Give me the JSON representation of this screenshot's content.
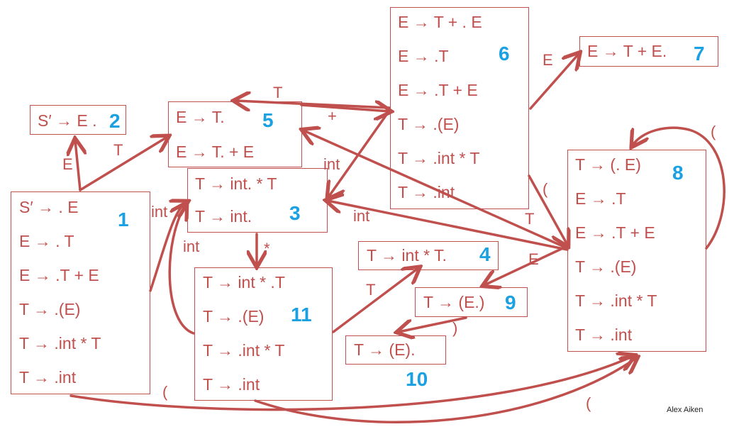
{
  "colors": {
    "ink": "#c0504d",
    "number": "#1ba1e2",
    "background": "#ffffff"
  },
  "states": {
    "s1": {
      "number": "1",
      "items": [
        "S′ → . E",
        "E → . T",
        "E → .T + E",
        "T → .(E)",
        "T → .int * T",
        "T → .int"
      ]
    },
    "s2": {
      "number": "2",
      "items": [
        "S′ → E ."
      ]
    },
    "s3": {
      "number": "3",
      "items": [
        "T → int. * T",
        "T → int."
      ]
    },
    "s4": {
      "number": "4",
      "items": [
        "T → int * T."
      ]
    },
    "s5": {
      "number": "5",
      "items": [
        "E → T.",
        "E → T. + E"
      ]
    },
    "s6": {
      "number": "6",
      "items": [
        "E → T + . E",
        "E → .T",
        "E → .T + E",
        "T → .(E)",
        "T → .int * T",
        "T → .int"
      ]
    },
    "s7": {
      "number": "7",
      "items": [
        "E → T + E."
      ]
    },
    "s8": {
      "number": "8",
      "items": [
        "T → (. E)",
        "E → .T",
        "E → .T + E",
        "T → .(E)",
        "T → .int * T",
        "T → .int"
      ]
    },
    "s9": {
      "number": "9",
      "items": [
        "T → (E.)"
      ]
    },
    "s10": {
      "number": "10",
      "items": [
        "T → (E)."
      ]
    },
    "s11": {
      "number": "11",
      "items": [
        "T → int * .T",
        "T → .(E)",
        "T → .int * T",
        "T → .int"
      ]
    }
  },
  "edges": {
    "e1_2": "E",
    "e1_5": "T",
    "e1_3": "int",
    "e1_8": "(",
    "e6_5": "T",
    "e5_6": "+",
    "e6_3": "int",
    "e6_7": "E",
    "e6_8": "(",
    "e8_3": "int",
    "e8_5": "T",
    "e8_9": "E",
    "e8_8": "(",
    "e3_11": "*",
    "e11_4": "T",
    "e11_3": "int",
    "e11_8": "(",
    "e9_10": ")"
  },
  "author": "Alex Aiken"
}
